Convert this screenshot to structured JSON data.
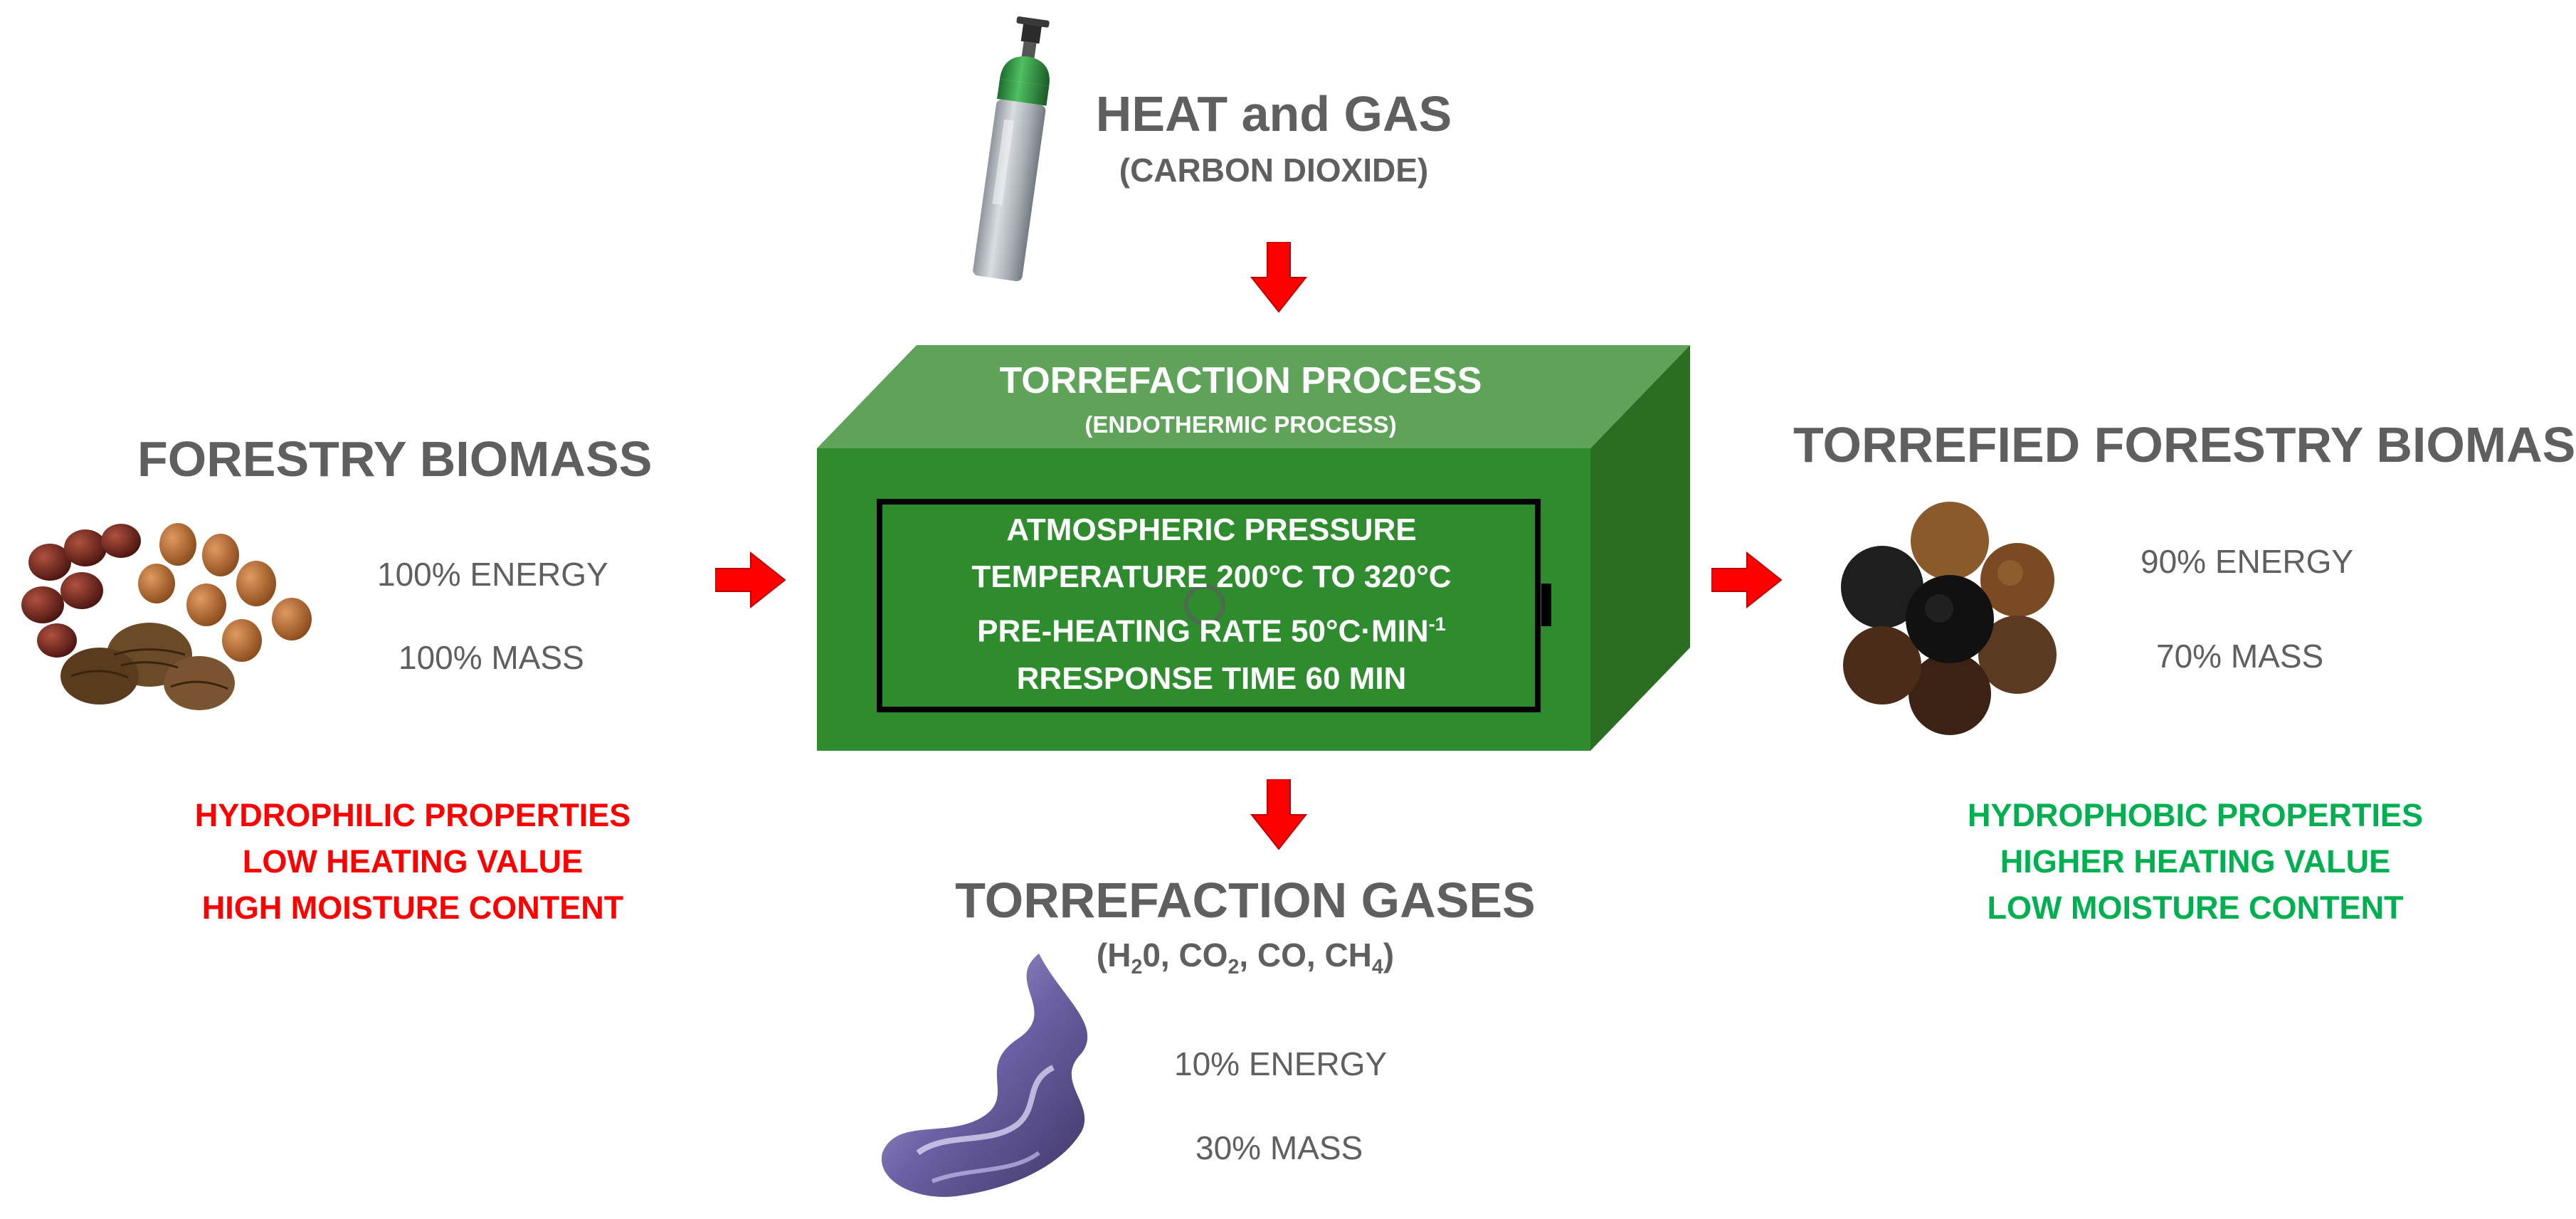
{
  "input": {
    "title": "FORESTRY BIOMASS",
    "energy": "100% ENERGY",
    "mass": "100% MASS",
    "properties": [
      "HYDROPHILIC PROPERTIES",
      "LOW HEATING VALUE",
      "HIGH MOISTURE CONTENT"
    ]
  },
  "gas_input": {
    "title": "HEAT and GAS",
    "subtitle": "(CARBON DIOXIDE)"
  },
  "process": {
    "title": "TORREFACTION PROCESS",
    "subtitle": "(ENDOTHERMIC PROCESS)",
    "conditions": {
      "pressure": "ATMOSPHERIC PRESSURE",
      "temperature": "TEMPERATURE 200°C TO 320°C",
      "rate_prefix": "PRE-HEATING RATE 50°C·MIN",
      "rate_exponent": "-1",
      "time": "RRESPONSE TIME 60 MIN"
    }
  },
  "output": {
    "title": "TORREFIED FORESTRY BIOMASS",
    "energy": "90% ENERGY",
    "mass": "70% MASS",
    "properties": [
      "HYDROPHOBIC PROPERTIES",
      "HIGHER HEATING VALUE",
      "LOW MOISTURE CONTENT"
    ]
  },
  "gases": {
    "title": "TORREFACTION GASES",
    "formula": {
      "open": "(H",
      "h2o_sub": "2",
      "h2o_rest": "0, CO",
      "co2_sub": "2",
      "mid": ", CO, CH",
      "ch4_sub": "4",
      "close": ")"
    },
    "energy": "10% ENERGY",
    "mass": "30% MASS"
  },
  "colors": {
    "box_front": "#2e8b2e",
    "box_top": "#5fa35a",
    "box_side": "#2a6e22",
    "arrow": "#ff0000",
    "title_text": "#5f5f5f",
    "negative": "#ff0000",
    "positive": "#00b050"
  },
  "icons": [
    "gas-cylinder-icon",
    "nuts-and-cones-icon",
    "torrefied-biomass-icon",
    "smoke-icon",
    "arrow-icon"
  ]
}
